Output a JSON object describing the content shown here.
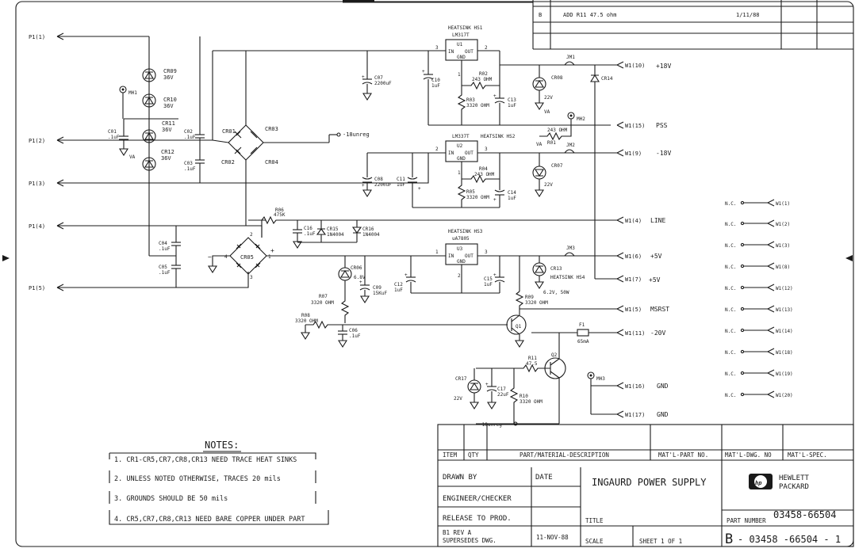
{
  "revision": {
    "letter": "B",
    "description": "ADD R11 47.5 ohm",
    "date": "1/11/88"
  },
  "connectors_p1": [
    "P1(1)",
    "P1(2)",
    "P1(3)",
    "P1(4)",
    "P1(5)"
  ],
  "nets_right": {
    "w1_10": "W1(10)",
    "v18p": "+18V",
    "w1_15": "W1(15)",
    "pss": "PSS",
    "w1_9": "W1(9)",
    "v18n": "-18V",
    "w1_4": "W1(4)",
    "line": "LINE",
    "w1_6": "W1(6)",
    "v5a": "+5V",
    "w1_7": "W1(7)",
    "v5b": "+5V",
    "w1_5": "W1(5)",
    "msrst": "MSRST",
    "w1_11": "W1(11)",
    "v20n": "-20V",
    "w1_16": "W1(16)",
    "gnd1": "GND",
    "w1_17": "W1(17)",
    "gnd2": "GND"
  },
  "nc": {
    "label": "N.C.",
    "pins": [
      "W1(1)",
      "W1(2)",
      "W1(3)",
      "W1(8)",
      "W1(12)",
      "W1(13)",
      "W1(14)",
      "W1(18)",
      "W1(19)",
      "W1(20)"
    ]
  },
  "parts": {
    "hs1": "HEATSINK HS1",
    "u1_type": "LM317T",
    "u1": "U1",
    "hs2": "HEATSINK HS2",
    "u2_type": "LM337T",
    "u2": "U2",
    "hs3": "HEATSINK HS3",
    "u3_type": "uA7805",
    "u3": "U3",
    "in": "IN",
    "out": "OUT",
    "gnd": "GND",
    "hs4": "HEATSINK HS4",
    "cr09": "CR09",
    "cr09_v": "36V",
    "cr10": "CR10",
    "cr10_v": "36V",
    "cr11": "CR11",
    "cr11_v": "36V",
    "cr12": "CR12",
    "cr12_v": "36V",
    "mh1": "MH1",
    "mh2": "MH2",
    "mh3": "MH3",
    "c01": "C01",
    "c01_v": ".1uF",
    "c02": "C02",
    "c02_v": ".1uF",
    "c03": "C03",
    "c03_v": ".1uF",
    "c04": "C04",
    "c04_v": ".1uF",
    "c05": "C05",
    "c05_v": ".1uF",
    "cr01": "CR01",
    "cr02": "CR02",
    "cr03": "CR03",
    "cr04": "CR04",
    "cr05": "CR05",
    "unreg18": "-18unreg",
    "c07": "C07",
    "c07_v": "2200uF",
    "c08": "C08",
    "c08_v": "2200uF",
    "c10": "C10",
    "c10_v": "1uF",
    "c11": "C11",
    "c11_v": "1uF",
    "r02": "R02",
    "r02_v": "243 OHM",
    "r03": "R03",
    "r03_v": "3320 OHM",
    "r04": "R04",
    "r04_v": "243 OHM",
    "r05": "R05",
    "r05_v": "3320 OHM",
    "c13": "C13",
    "c13_v": "1uF",
    "c14": "C14",
    "c14_v": "1uF",
    "cr08": "CR08",
    "cr08_v": "22V",
    "cr07": "CR07",
    "cr07_v": "22V",
    "jm1": "JM1",
    "jm2": "JM2",
    "jm3": "JM3",
    "cr14": "CR14",
    "r01": "R01",
    "r01_v": "243 OHM",
    "r06": "R06",
    "r06_v": "475K",
    "c16": "C16",
    "c16_v": ".1uF",
    "cr15": "CR15",
    "cr15_v": "1N4004",
    "cr16": "CR16",
    "cr16_v": "1N4004",
    "cr06": "CR06",
    "cr06_v": "6.8V",
    "c09": "C09",
    "c09_v": "15KuF",
    "c12": "C12",
    "c12_v": "1uF",
    "c15": "C15",
    "c15_v": "1uF",
    "cr13": "CR13",
    "cr13_v": "6.2V, 50W",
    "r07": "R07",
    "r07_v": "3320 OHM",
    "r08": "R08",
    "r08_v": "3320 OHM",
    "r09": "R09",
    "r09_v": "3320 OHM",
    "c06": "C06",
    "c06_v": ".1uF",
    "q1": "Q1",
    "q2": "Q2",
    "f1": "F1",
    "f1_v": "65mA",
    "r11": "R11",
    "r11_v": "47.5",
    "cr17": "CR17",
    "cr17_v": "22V",
    "c17": "C17",
    "c17_v": "22uF",
    "r10": "R10",
    "r10_v": "3320 OHM",
    "va": "VA"
  },
  "notes": {
    "title": "NOTES:",
    "items": [
      "1. CR1-CR5,CR7,CR8,CR13 NEED TRACE HEAT SINKS",
      "2. UNLESS NOTED OTHERWISE, TRACES 20 mils",
      "3. GROUNDS SHOULD BE 50 mils",
      "4. CR5,CR7,CR8,CR13 NEED BARE COPPER UNDER PART"
    ]
  },
  "title_block": {
    "item": "ITEM",
    "qty": "QTY",
    "part_desc": "PART/MATERIAL-DESCRIPTION",
    "matl_part": "MAT'L-PART NO.",
    "matl_dwg": "MAT'L-DWG. NO",
    "matl_spec": "MAT'L-SPEC.",
    "drawn_by": "DRAWN BY",
    "date": "DATE",
    "engineer": "ENGINEER/CHECKER",
    "release": "RELEASE TO PROD.",
    "rev_line1": "B1 REV A",
    "rev_line2": "SUPERSEDES DWG.",
    "rev_date": "11-NOV-88",
    "title_text": "INGAURD POWER SUPPLY",
    "title_label": "TITLE",
    "scale": "SCALE",
    "sheet": "SHEET 1 OF 1",
    "company_line1": "HEWLETT",
    "company_line2": "PACKARD",
    "logo": "hp",
    "part_number_label": "PART NUMBER",
    "part_number": "03458-66504",
    "size_letter": "B",
    "dwg_number": "- 03458  -66504 - 1"
  }
}
